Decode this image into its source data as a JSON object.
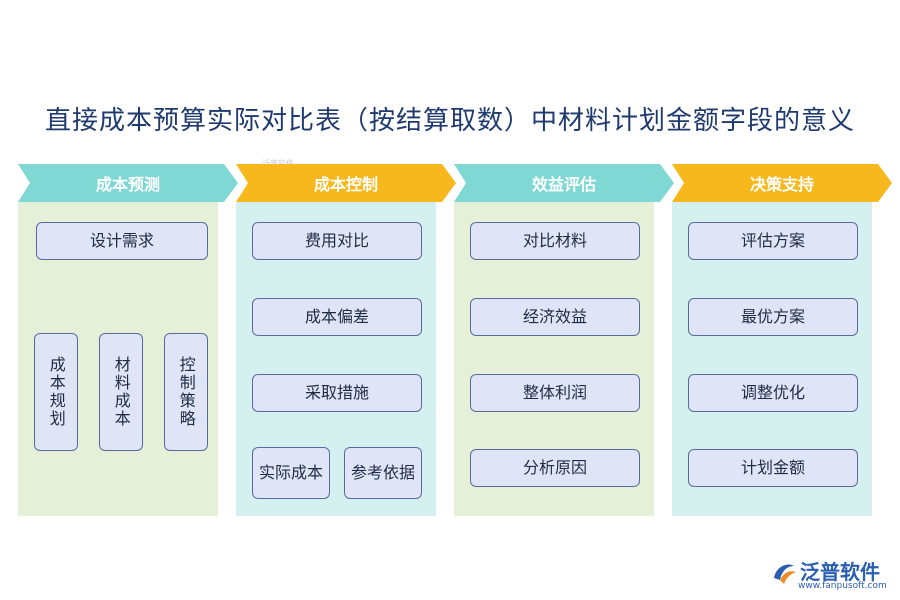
{
  "title": "直接成本预算实际对比表（按结算取数）中材料计划金额字段的意义",
  "columns": [
    {
      "header": "成本预测",
      "items": [
        "设计需求",
        "成本规划",
        "材料成本",
        "控制策略"
      ]
    },
    {
      "header": "成本控制",
      "items": [
        "费用对比",
        "成本偏差",
        "采取措施",
        "实际成本",
        "参考依据"
      ]
    },
    {
      "header": "效益评估",
      "items": [
        "对比材料",
        "经济效益",
        "整体利润",
        "分析原因"
      ]
    },
    {
      "header": "决策支持",
      "items": [
        "评估方案",
        "最优方案",
        "调整优化",
        "计划金额"
      ]
    }
  ],
  "colors": {
    "header_teal": "#7fd8d4",
    "header_gold": "#f6b81c",
    "body_green": "#e6f0d8",
    "body_cyan": "#d5f1ef",
    "box_fill": "#dfe5f7",
    "box_border": "#5a6aa0"
  },
  "logo": {
    "icon": "fanpu-logo-icon",
    "name": "泛普软件",
    "url": "www.fanpusoft.com"
  },
  "watermark": "泛普软件"
}
